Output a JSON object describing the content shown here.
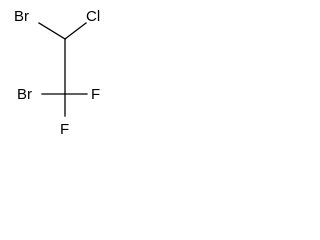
{
  "molecule": {
    "atoms": [
      {
        "id": "br1",
        "label": "Br"
      },
      {
        "id": "cl1",
        "label": "Cl"
      },
      {
        "id": "br2",
        "label": "Br"
      },
      {
        "id": "f1",
        "label": "F"
      },
      {
        "id": "f2",
        "label": "F"
      }
    ]
  },
  "colors": {
    "atom_text": "#000000",
    "bond": "#000000",
    "background": "#ffffff"
  }
}
